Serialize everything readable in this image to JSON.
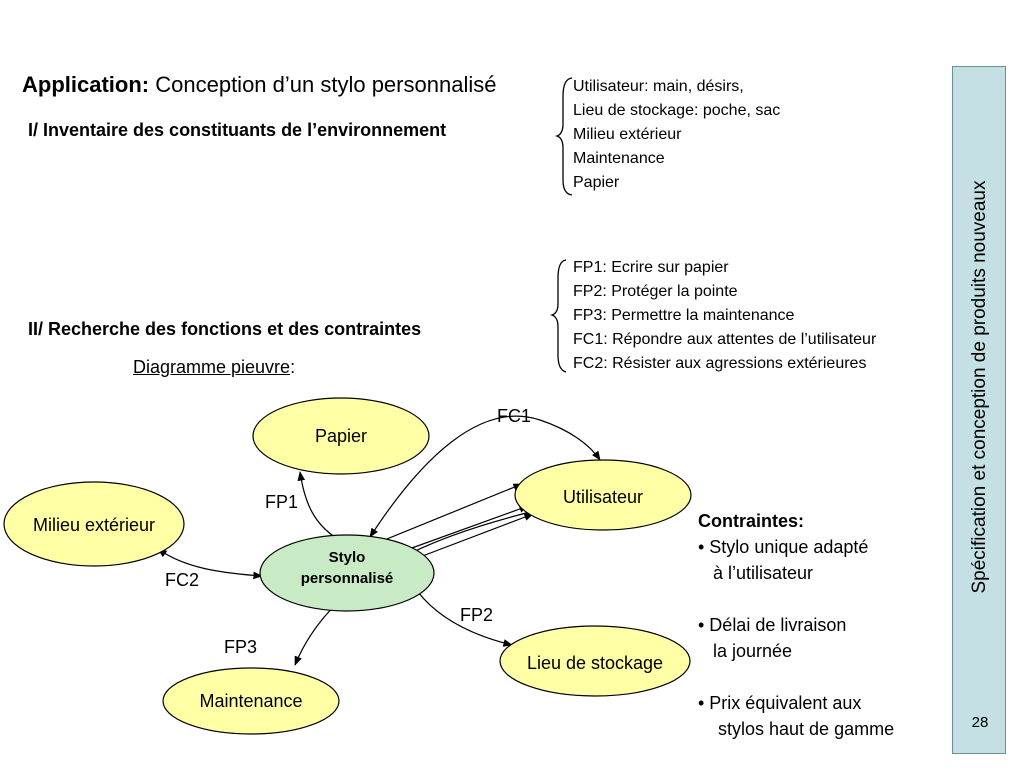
{
  "header": {
    "application_label": "Application:",
    "application_text": "Conception d’un stylo personnalisé"
  },
  "section1": {
    "title": "I/ Inventaire des constituants de l’environnement",
    "items": [
      "Utilisateur: main, désirs,",
      "Lieu de stockage: poche, sac",
      "Milieu extérieur",
      "Maintenance",
      "Papier"
    ]
  },
  "section2": {
    "title": "II/ Recherche des fonctions et des contraintes",
    "functions": [
      "FP1: Ecrire sur papier",
      "FP2: Protéger la pointe",
      "FP3: Permettre la maintenance",
      "FC1: Répondre aux attentes de l’utilisateur",
      "FC2: Résister aux agressions extérieures"
    ],
    "diagram_title": "Diagramme pieuvre",
    "diagram_title_suffix": ":"
  },
  "diagram": {
    "center_line1": "Stylo",
    "center_line2": "personnalisé",
    "nodes": {
      "papier": "Papier",
      "utilisateur": "Utilisateur",
      "milieu": "Milieu extérieur",
      "lieu": "Lieu de stockage",
      "maintenance": "Maintenance"
    },
    "edges": {
      "fc1": "FC1",
      "fp1": "FP1",
      "fc2": "FC2",
      "fp2": "FP2",
      "fp3": "FP3"
    },
    "colors": {
      "outer_node_fill": "#ffffa6",
      "center_node_fill": "#c8eac4",
      "sidebar_fill": "#c4e0e4"
    }
  },
  "constraints": {
    "title": "Contraintes:",
    "lines": [
      "• Stylo unique adapté",
      "   à l’utilisateur",
      "",
      "• Délai de livraison",
      "   la journée",
      "",
      "• Prix équivalent aux",
      "    stylos haut de gamme"
    ]
  },
  "sidebar": {
    "text": "Spécification et conception de produits nouveaux",
    "page_number": "28"
  }
}
